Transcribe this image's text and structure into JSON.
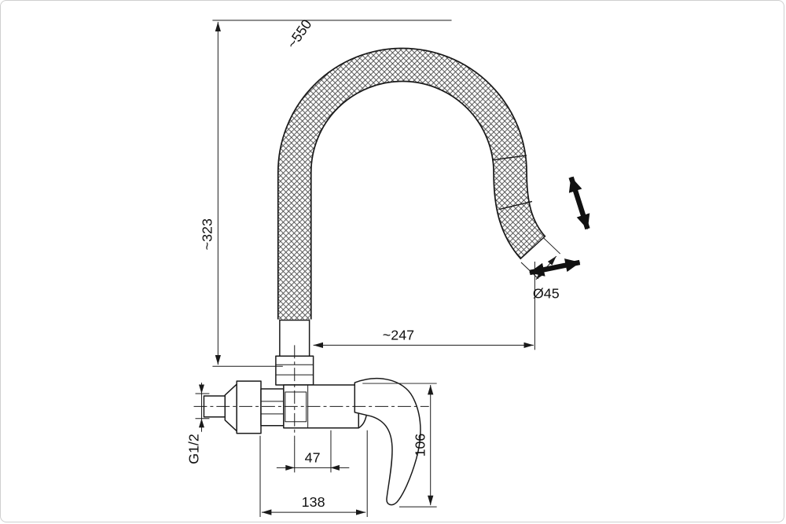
{
  "canvas": {
    "background": "#ffffff",
    "border_color": "#cfcfcf",
    "line_color": "#1a1a1a",
    "arrow_color": "#111111"
  },
  "diagram": {
    "labels": {
      "hose_length": "~550",
      "overall_height": "~323",
      "horizontal_reach": "~247",
      "spout_diameter": "Ø45",
      "thread_size": "G1/2",
      "handle_offset": "47",
      "body_drop": "106",
      "body_depth": "138"
    },
    "icons": [
      "pull-direction-arrow-icon",
      "swivel-direction-arrow-icon"
    ]
  }
}
